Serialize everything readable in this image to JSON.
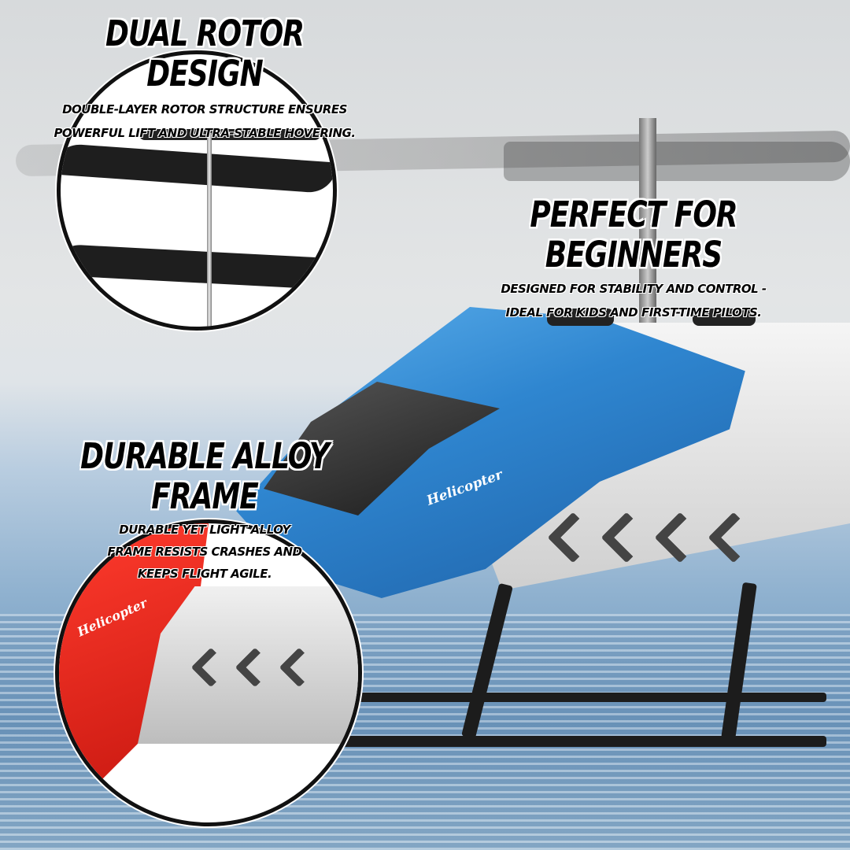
{
  "product": {
    "name_label": "Helicopter"
  },
  "features": [
    {
      "title": "Dual Rotor Design",
      "description_lines": [
        "Double-layer rotor structure ensures",
        "powerful lift and ultra-stable hovering."
      ]
    },
    {
      "title": "Perfect for Beginners",
      "description_lines": [
        "Designed for stability and control -",
        "ideal for kids and first-time pilots."
      ]
    },
    {
      "title": "Durable Alloy Frame",
      "description_lines": [
        "Durable yet light alloy",
        "frame resists crashes and",
        "keeps flight agile."
      ]
    }
  ],
  "colors": {
    "body_blue": "#2f86d0",
    "inset_red": "#e5231a",
    "frame_silver": "#d9d9d9",
    "text": "#000000",
    "text_outline": "#ffffff"
  }
}
